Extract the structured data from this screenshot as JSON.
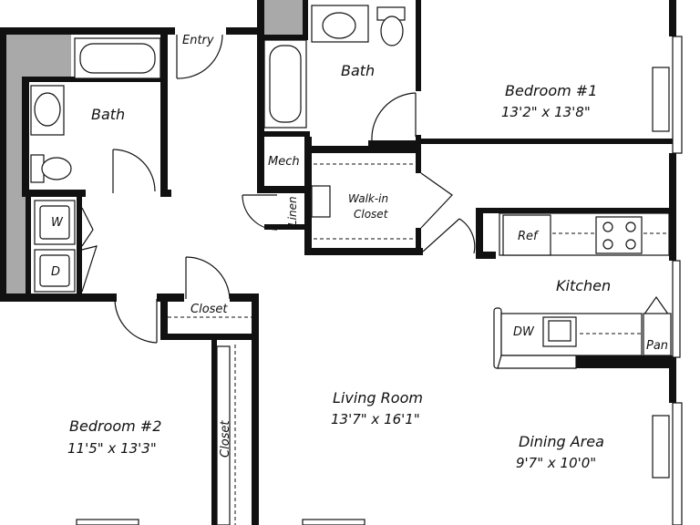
{
  "plan": {
    "rooms": {
      "entry": "Entry",
      "bath_left": "Bath",
      "bath_right": "Bath",
      "bedroom1": {
        "name": "Bedroom #1",
        "dims": "13'2\" x 13'8\""
      },
      "bedroom2": {
        "name": "Bedroom #2",
        "dims": "11'5\" x 13'3\""
      },
      "living": {
        "name": "Living Room",
        "dims": "13'7\" x 16'1\""
      },
      "dining": {
        "name": "Dining Area",
        "dims": "9'7\" x 10'0\""
      },
      "kitchen": "Kitchen",
      "mech": "Mech",
      "linen": "Linen",
      "walkin": {
        "line1": "Walk-in",
        "line2": "Closet"
      },
      "closet_hall": "Closet",
      "closet_bed2": "Closet"
    },
    "fixtures": {
      "washer": "W",
      "dryer": "D",
      "ref": "Ref",
      "dw": "DW",
      "pan": "Pan"
    }
  }
}
